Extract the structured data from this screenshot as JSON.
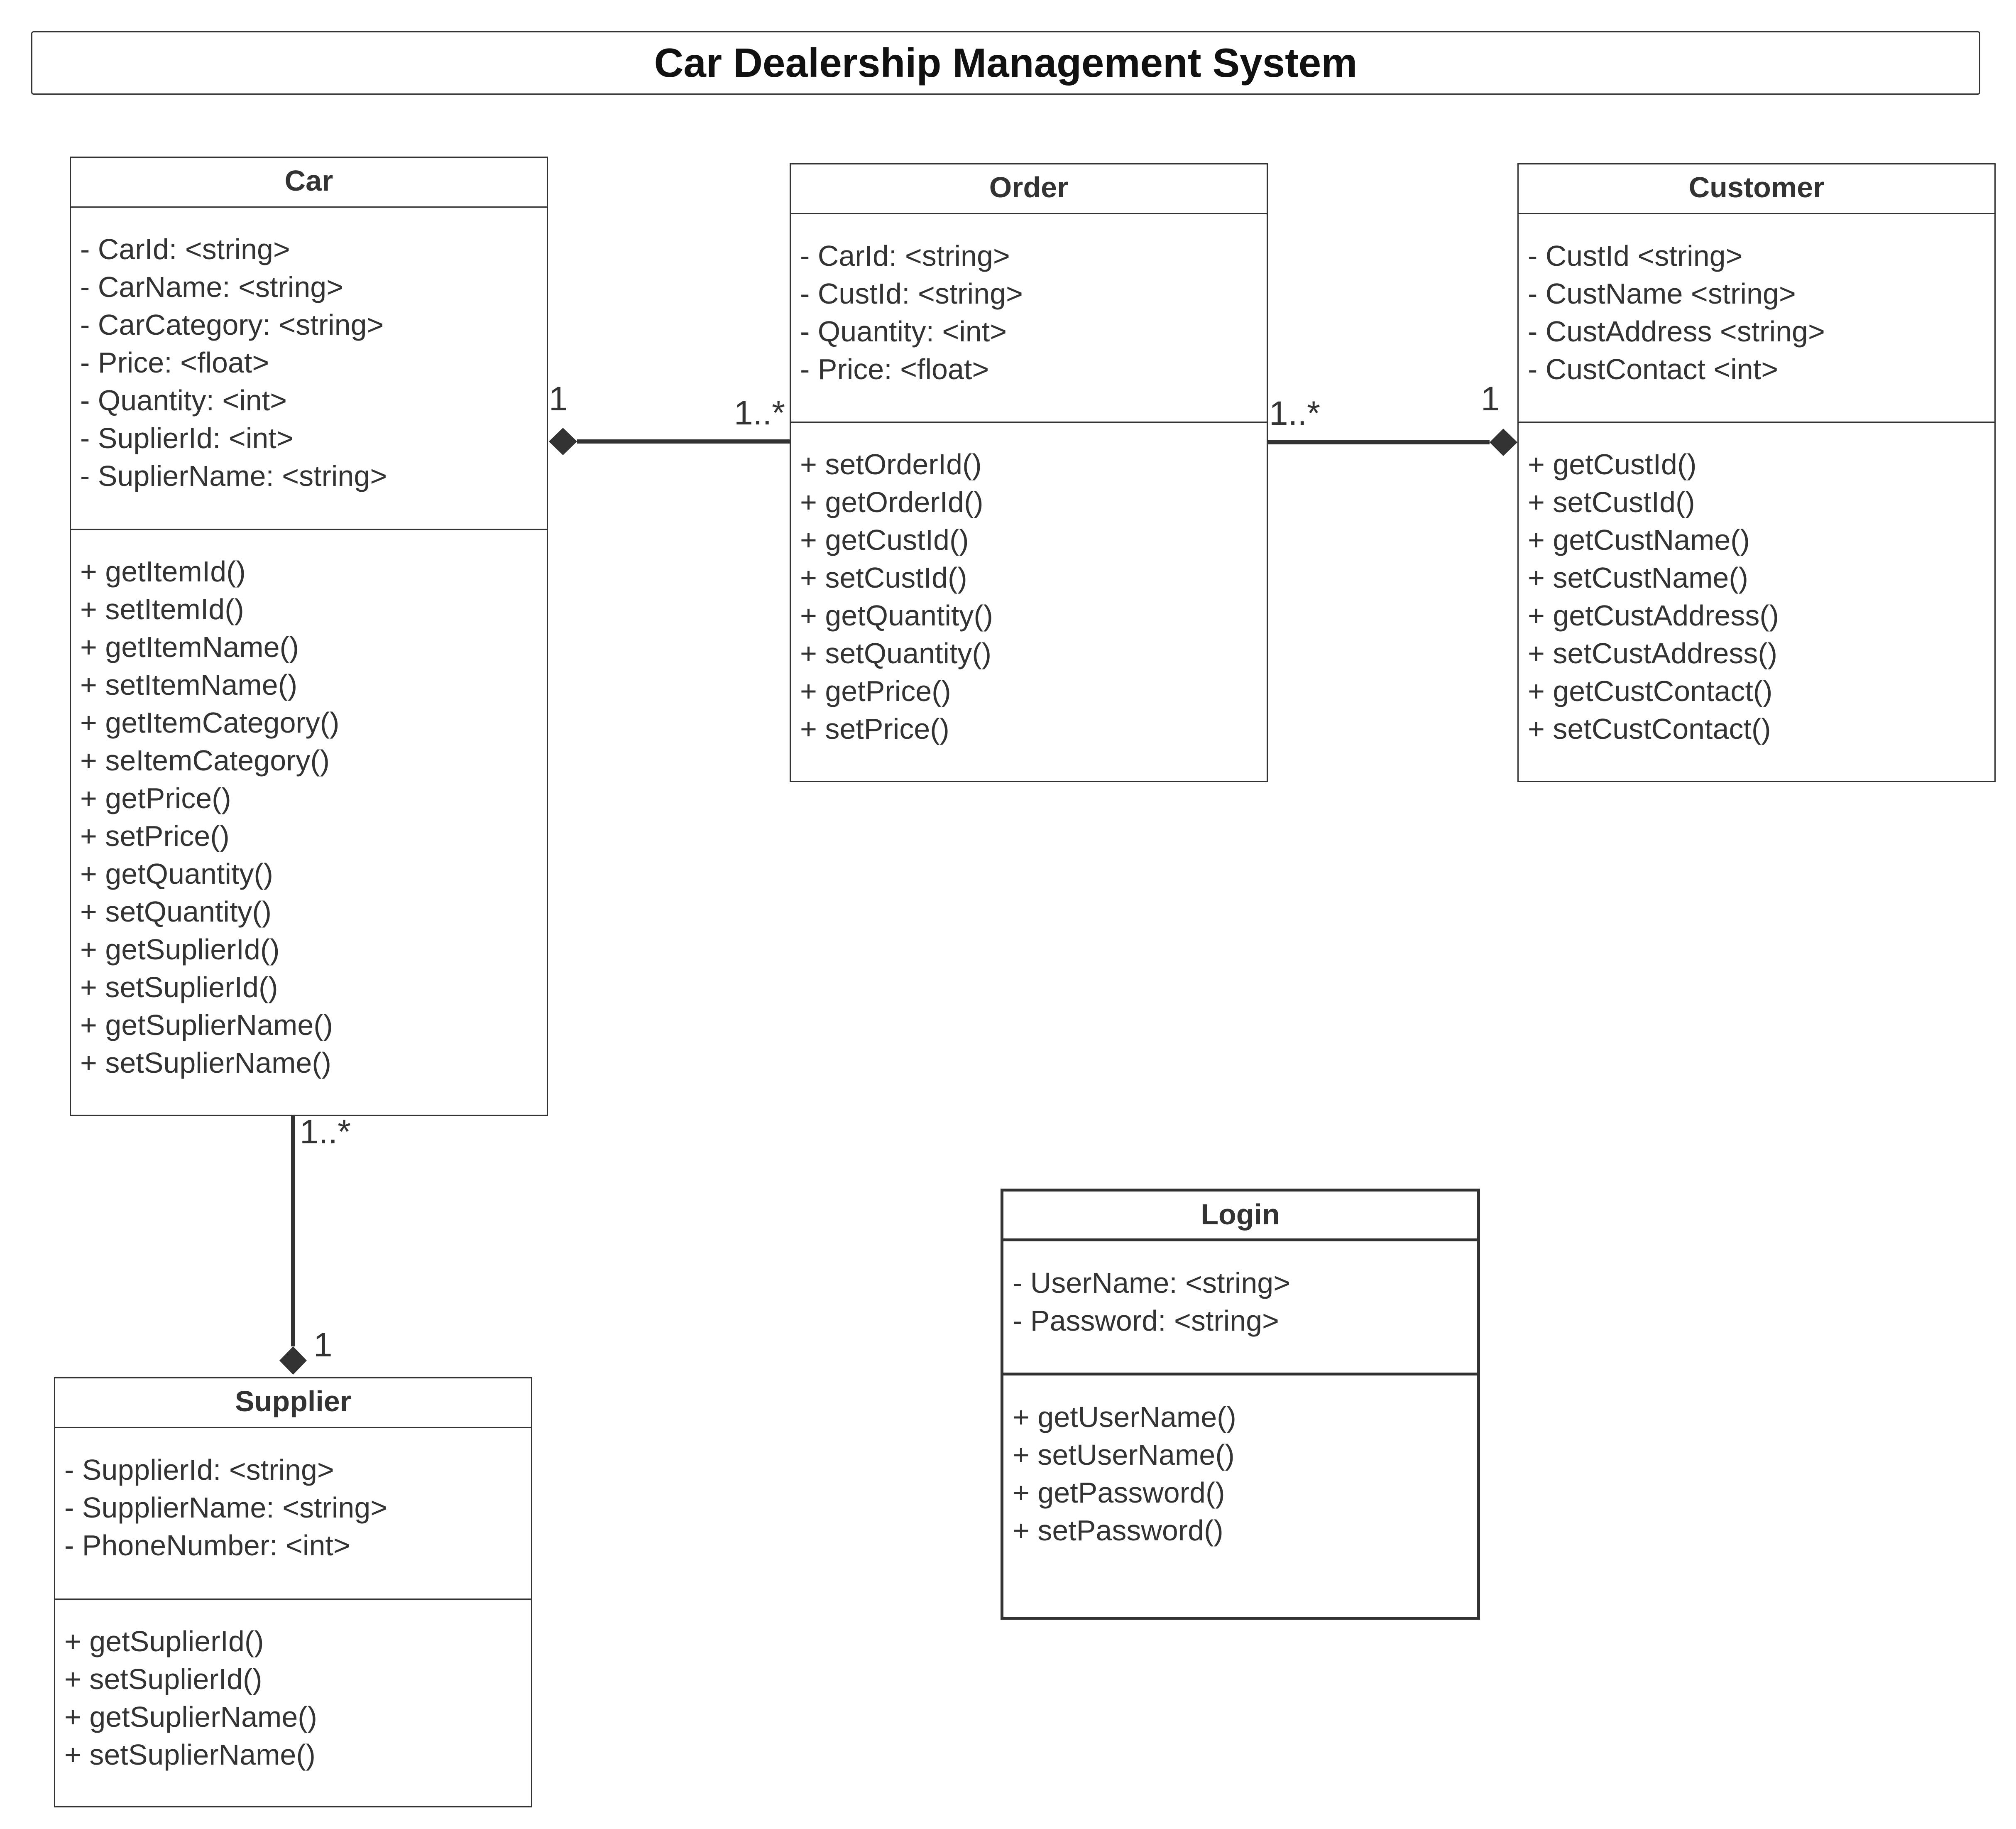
{
  "title": "Car Dealership Management System",
  "classes": {
    "car": {
      "name": "Car",
      "attributes": [
        "- CarId: <string>",
        "- CarName: <string>",
        "- CarCategory: <string>",
        "- Price: <float>",
        "- Quantity: <int>",
        "- SuplierId: <int>",
        "- SuplierName: <string>"
      ],
      "methods": [
        "+ getItemId()",
        "+ setItemId()",
        "+ getItemName()",
        "+ setItemName()",
        "+ getItemCategory()",
        "+ seItemCategory()",
        "+ getPrice()",
        "+ setPrice()",
        "+ getQuantity()",
        "+ setQuantity()",
        "+ getSuplierId()",
        "+ setSuplierId()",
        "+ getSuplierName()",
        "+ setSuplierName()"
      ]
    },
    "order": {
      "name": "Order",
      "attributes": [
        "- CarId: <string>",
        "- CustId: <string>",
        "- Quantity: <int>",
        "- Price: <float>"
      ],
      "methods": [
        "+ setOrderId()",
        "+ getOrderId()",
        "+ getCustId()",
        "+ setCustId()",
        "+ getQuantity()",
        "+ setQuantity()",
        "+ getPrice()",
        "+ setPrice()"
      ]
    },
    "customer": {
      "name": "Customer",
      "attributes": [
        "- CustId <string>",
        "- CustName <string>",
        "- CustAddress <string>",
        "- CustContact <int>"
      ],
      "methods": [
        "+ getCustId()",
        "+ setCustId()",
        "+ getCustName()",
        "+ setCustName()",
        "+ getCustAddress()",
        "+ setCustAddress()",
        "+ getCustContact()",
        "+ setCustContact()"
      ]
    },
    "supplier": {
      "name": "Supplier",
      "attributes": [
        "- SupplierId: <string>",
        "- SupplierName: <string>",
        "- PhoneNumber: <int>"
      ],
      "methods": [
        "+ getSuplierId()",
        "+ setSuplierId()",
        "+ getSuplierName()",
        "+ setSuplierName()"
      ]
    },
    "login": {
      "name": "Login",
      "attributes": [
        "- UserName: <string>",
        "- Password: <string>"
      ],
      "methods": [
        "+ getUserName()",
        "+ setUserName()",
        "+ getPassword()",
        "+ setPassword()"
      ]
    }
  },
  "associations": {
    "car_order": {
      "car_end": "1",
      "order_end": "1..*",
      "type": "composition"
    },
    "order_customer": {
      "order_end": "1..*",
      "customer_end": "1",
      "type": "composition"
    },
    "car_supplier": {
      "car_end": "1..*",
      "supplier_end": "1",
      "type": "composition"
    }
  }
}
